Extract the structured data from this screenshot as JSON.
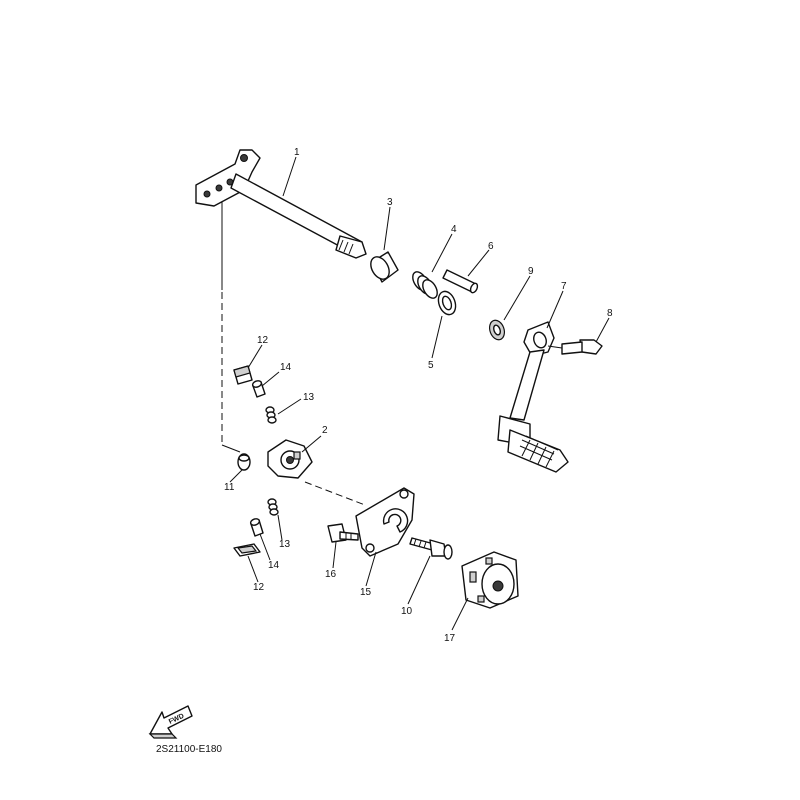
{
  "diagram": {
    "code": "2S21100-E180",
    "fwd_label": "FWD",
    "callouts": {
      "p1": "1",
      "p2": "2",
      "p3": "3",
      "p4": "4",
      "p5": "5",
      "p6": "6",
      "p7": "7",
      "p8": "8",
      "p9": "9",
      "p10": "10",
      "p11": "11",
      "p12a": "12",
      "p12b": "12",
      "p13a": "13",
      "p13b": "13",
      "p14a": "14",
      "p14b": "14",
      "p15": "15",
      "p16": "16",
      "p17": "17"
    }
  }
}
